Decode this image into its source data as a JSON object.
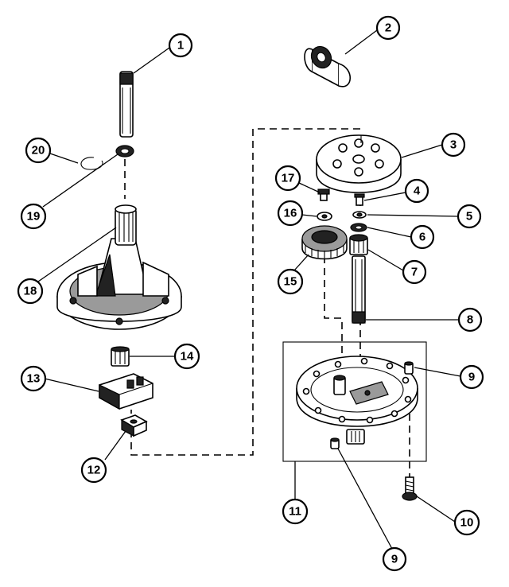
{
  "callouts": [
    {
      "id": "c1",
      "label": "1"
    },
    {
      "id": "c2",
      "label": "2"
    },
    {
      "id": "c3",
      "label": "3"
    },
    {
      "id": "c4",
      "label": "4"
    },
    {
      "id": "c5",
      "label": "5"
    },
    {
      "id": "c6",
      "label": "6"
    },
    {
      "id": "c7",
      "label": "7"
    },
    {
      "id": "c8",
      "label": "8"
    },
    {
      "id": "c9a",
      "label": "9"
    },
    {
      "id": "c9b",
      "label": "9"
    },
    {
      "id": "c10",
      "label": "10"
    },
    {
      "id": "c11",
      "label": "11"
    },
    {
      "id": "c12",
      "label": "12"
    },
    {
      "id": "c13",
      "label": "13"
    },
    {
      "id": "c14",
      "label": "14"
    },
    {
      "id": "c15",
      "label": "15"
    },
    {
      "id": "c16",
      "label": "16"
    },
    {
      "id": "c17",
      "label": "17"
    },
    {
      "id": "c18",
      "label": "18"
    },
    {
      "id": "c19",
      "label": "19"
    },
    {
      "id": "c20",
      "label": "20"
    }
  ]
}
